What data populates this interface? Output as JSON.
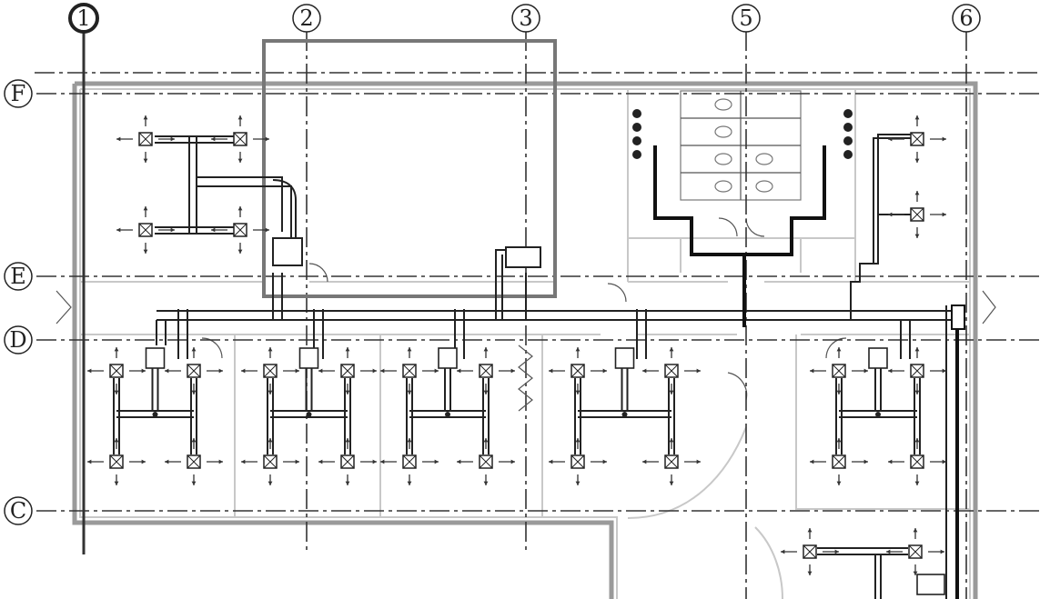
{
  "grid_columns": [
    {
      "label": "1",
      "highlighted": true
    },
    {
      "label": "2",
      "highlighted": false
    },
    {
      "label": "3",
      "highlighted": false
    },
    {
      "label": "5",
      "highlighted": false
    },
    {
      "label": "6",
      "highlighted": false
    }
  ],
  "grid_rows": [
    {
      "label": "F"
    },
    {
      "label": "E"
    },
    {
      "label": "D"
    },
    {
      "label": "C"
    }
  ],
  "colors": {
    "grid_line": "#333333",
    "wall": "#9a9a9a",
    "duct": "#222222",
    "highlight_box": "#777777"
  }
}
